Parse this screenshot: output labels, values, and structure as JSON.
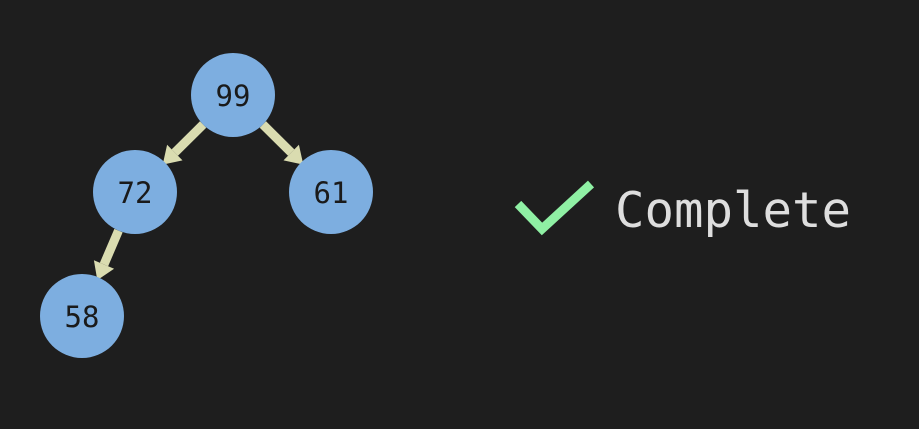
{
  "tree": {
    "nodes": [
      {
        "id": "n99",
        "label": "99"
      },
      {
        "id": "n72",
        "label": "72"
      },
      {
        "id": "n61",
        "label": "61"
      },
      {
        "id": "n58",
        "label": "58"
      }
    ],
    "edges": [
      {
        "from": "n99",
        "to": "n72"
      },
      {
        "from": "n99",
        "to": "n61"
      },
      {
        "from": "n72",
        "to": "n58"
      }
    ],
    "colors": {
      "node_fill": "#7daee0",
      "edge": "#dadcb0",
      "label": "#1a1a1a"
    }
  },
  "status": {
    "icon": "checkmark-icon",
    "text": "Complete",
    "icon_color": "#8ff0a4",
    "text_color": "#dedede"
  },
  "background_color": "#1e1e1e"
}
